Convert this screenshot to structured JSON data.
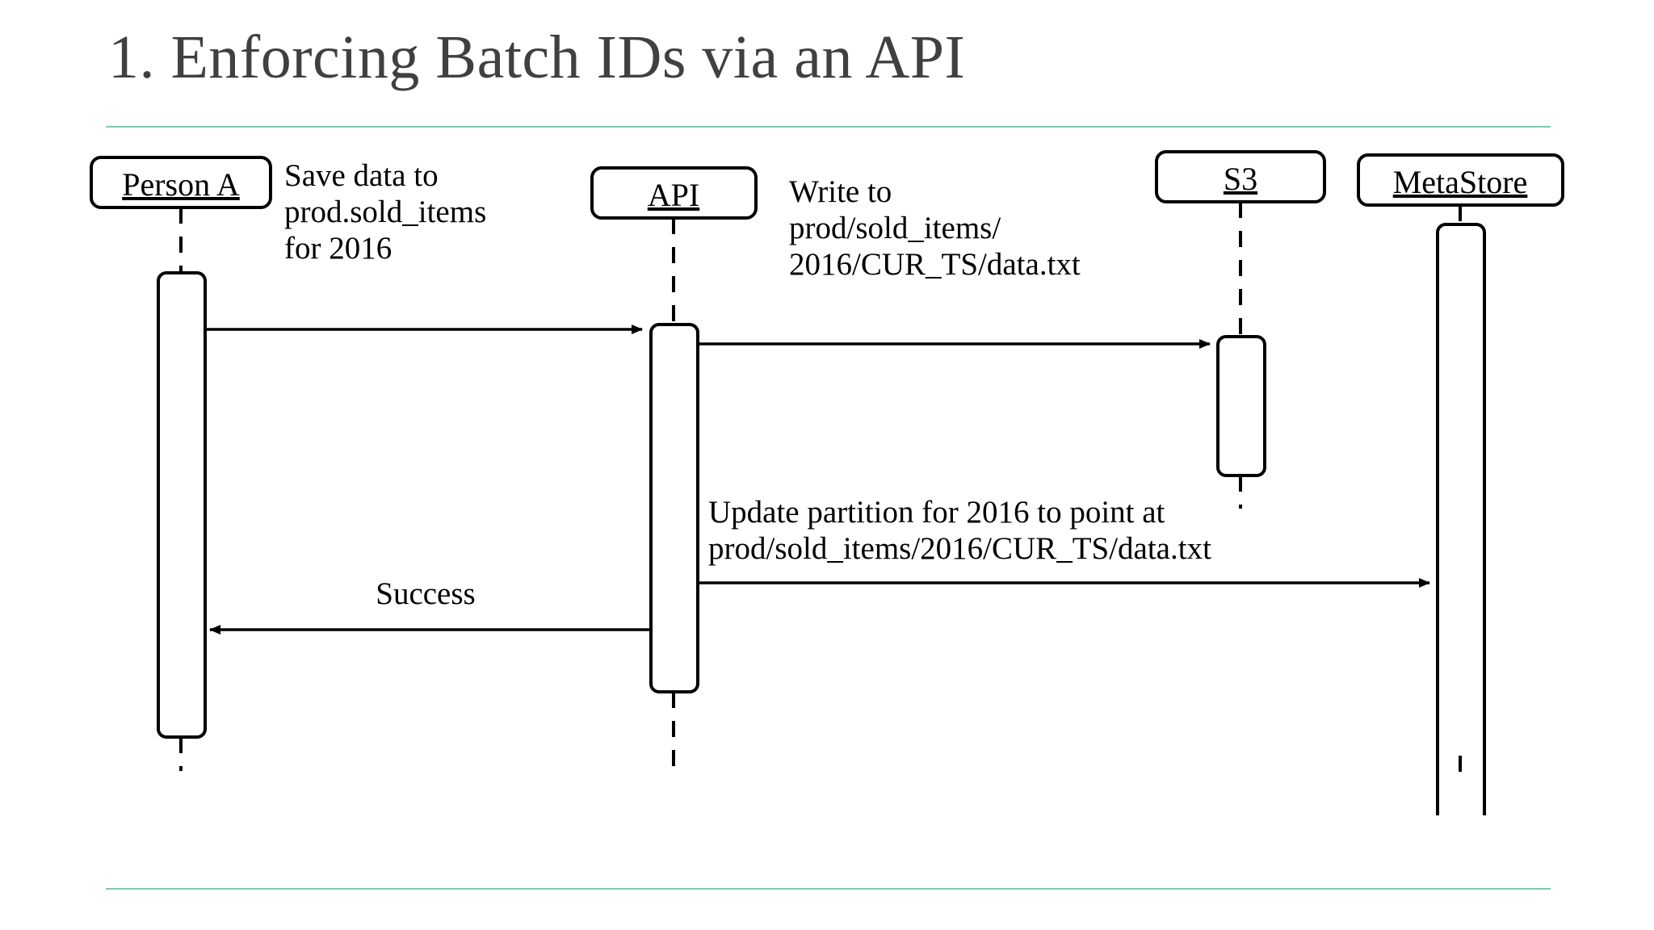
{
  "slide": {
    "title": "1. Enforcing Batch IDs via an API",
    "accent_color": "#7ec6ae",
    "title_color": "#404040",
    "background_color": "#ffffff",
    "ink_color": "#000000"
  },
  "diagram": {
    "kind": "sequence-diagram",
    "participants": [
      {
        "id": "person-a",
        "label": "Person A"
      },
      {
        "id": "api",
        "label": "API"
      },
      {
        "id": "s3",
        "label": "S3"
      },
      {
        "id": "metastore",
        "label": "MetaStore"
      }
    ],
    "messages": [
      {
        "id": "save-data",
        "from": "person-a",
        "to": "api",
        "direction": "right",
        "lines": [
          "Save data to",
          "prod.sold_items",
          "for 2016"
        ]
      },
      {
        "id": "write-to-s3",
        "from": "api",
        "to": "s3",
        "direction": "right",
        "lines": [
          "Write to",
          "prod/sold_items/",
          "2016/CUR_TS/data.txt"
        ]
      },
      {
        "id": "update-partition",
        "from": "api",
        "to": "metastore",
        "direction": "right",
        "lines": [
          "Update partition for 2016 to point at",
          "prod/sold_items/2016/CUR_TS/data.txt"
        ]
      },
      {
        "id": "success",
        "from": "api",
        "to": "person-a",
        "direction": "left",
        "lines": [
          "Success"
        ]
      }
    ]
  }
}
